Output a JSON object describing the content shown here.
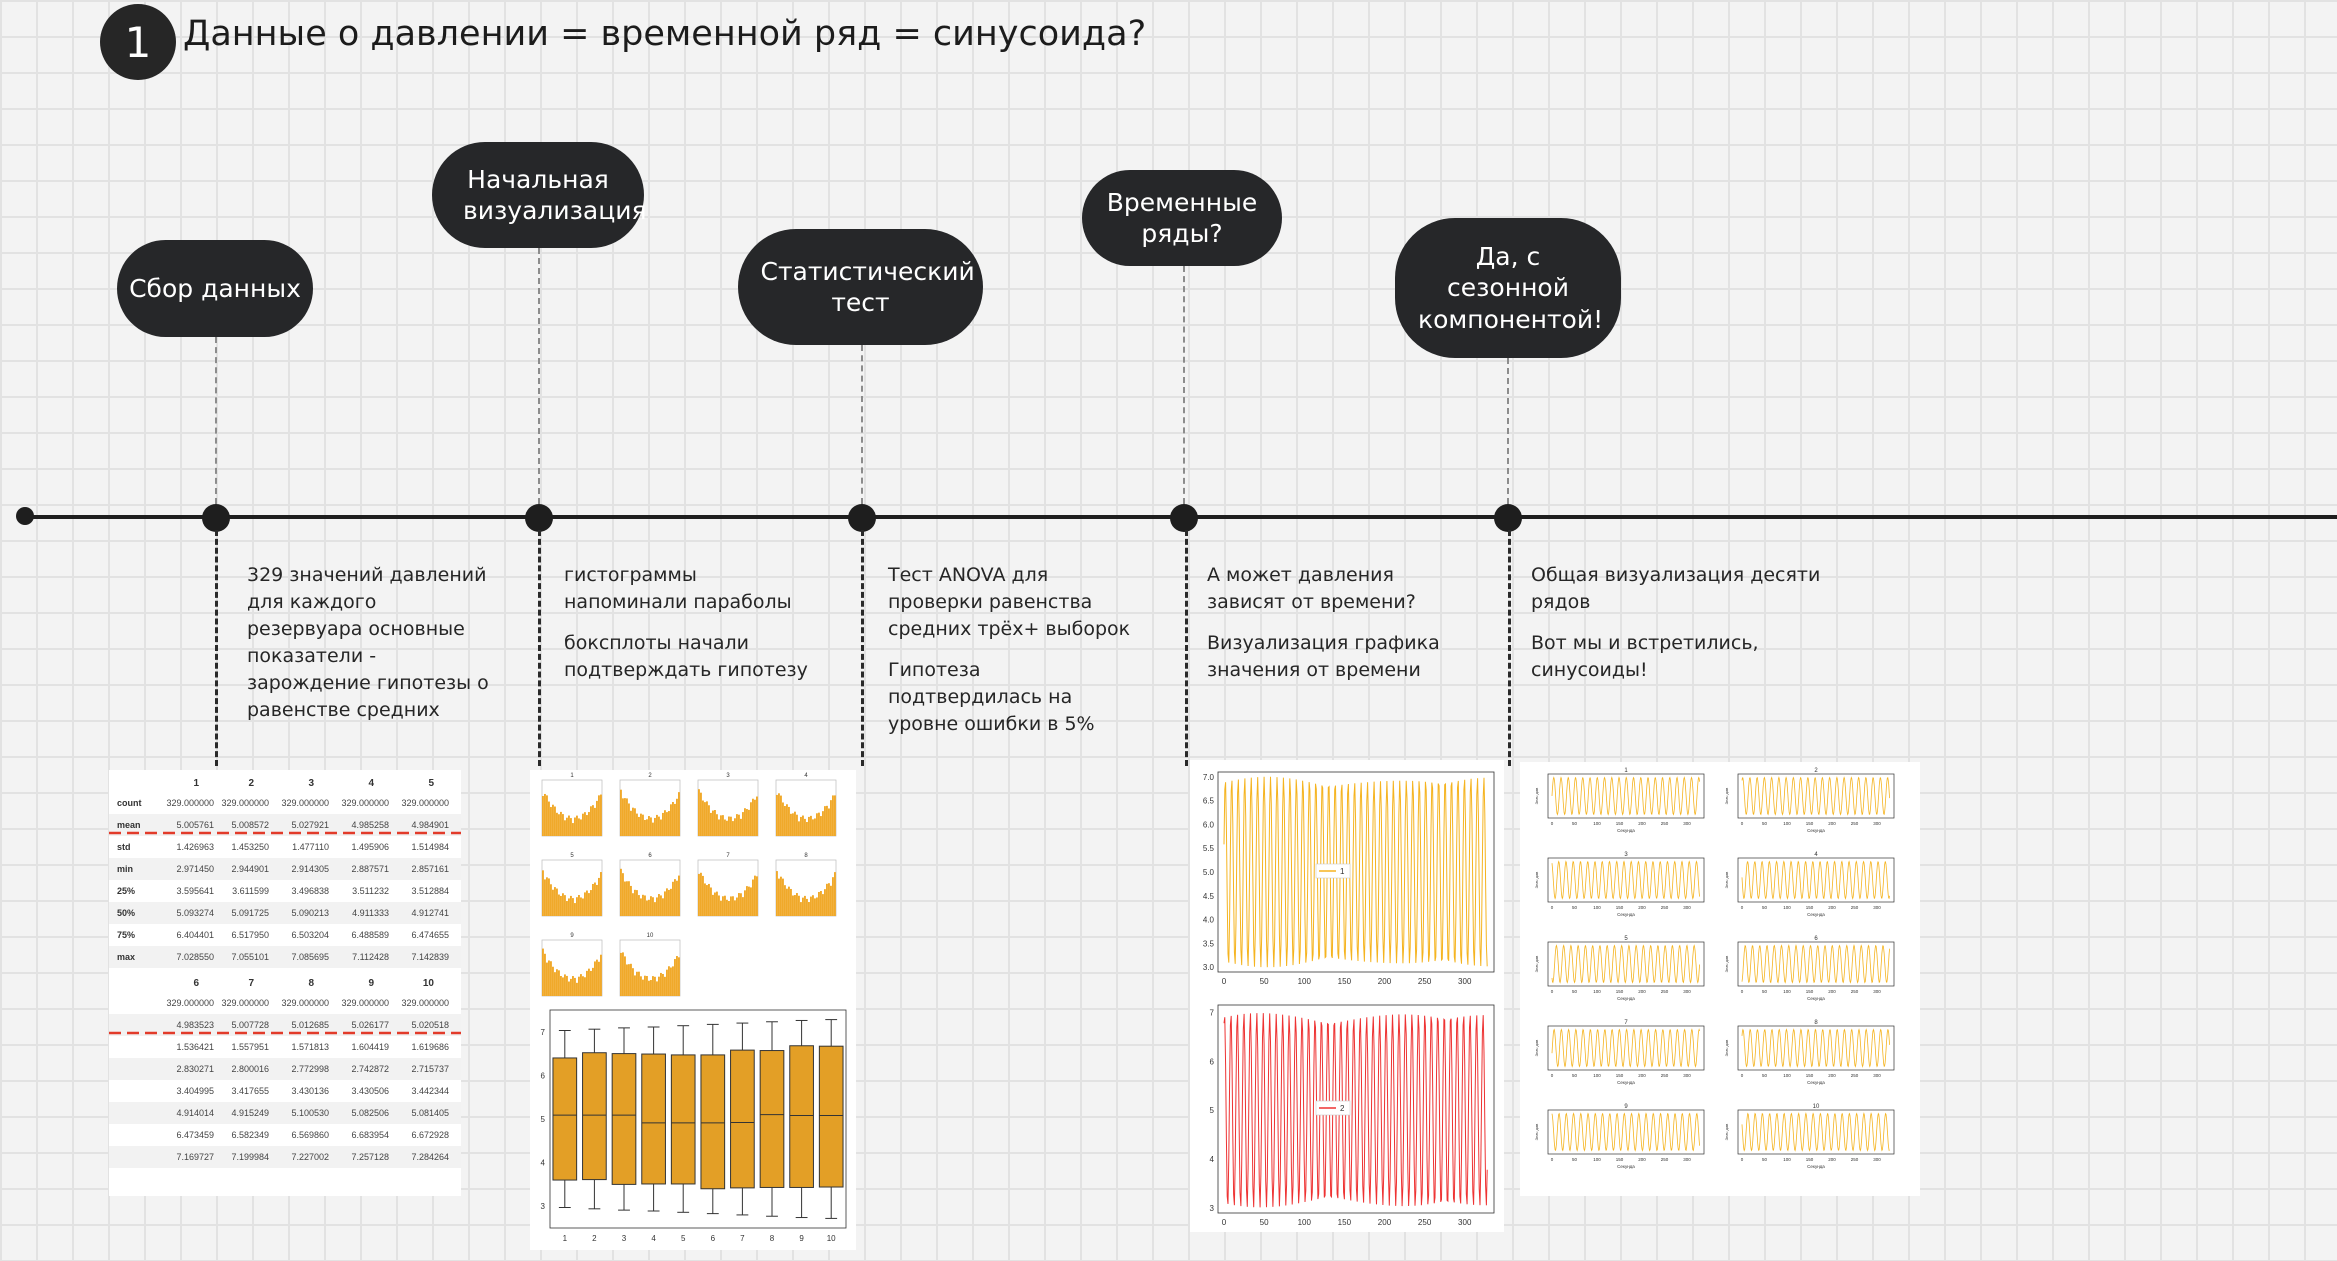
{
  "header": {
    "step_number": "1",
    "title": "Данные о давлении = временной ряд = синусоида?"
  },
  "milestones": [
    {
      "label": "Сбор данных",
      "desc": [
        "329 значений давлений для каждого резервуара основные показатели - зарождение гипотезы о равенстве средних"
      ]
    },
    {
      "label": "Начальная визуализация",
      "desc": [
        "гистограммы напоминали параболы",
        "боксплоты начали подтверждать гипотезу"
      ]
    },
    {
      "label": "Статистический тест",
      "desc": [
        "Тест ANOVA для проверки равенства средних трёх+ выборок",
        "Гипотеза подтвердилась на уровне ошибки в 5%"
      ]
    },
    {
      "label": "Временные ряды?",
      "desc": [
        "А может давления зависят от времени?",
        "Визуализация графика значения от времени"
      ]
    },
    {
      "label": "Да, с сезонной компонентой!",
      "desc": [
        "Общая визуализация десяти рядов",
        "Вот мы и встретились, синусоиды!"
      ]
    }
  ],
  "stats_table": {
    "row_labels": [
      "count",
      "mean",
      "std",
      "min",
      "25%",
      "50%",
      "75%",
      "max"
    ],
    "block1": {
      "columns": [
        "1",
        "2",
        "3",
        "4",
        "5"
      ],
      "rows": [
        [
          "329.000000",
          "329.000000",
          "329.000000",
          "329.000000",
          "329.000000"
        ],
        [
          "5.005761",
          "5.008572",
          "5.027921",
          "4.985258",
          "4.984901"
        ],
        [
          "1.426963",
          "1.453250",
          "1.477110",
          "1.495906",
          "1.514984"
        ],
        [
          "2.971450",
          "2.944901",
          "2.914305",
          "2.887571",
          "2.857161"
        ],
        [
          "3.595641",
          "3.611599",
          "3.496838",
          "3.511232",
          "3.512884"
        ],
        [
          "5.093274",
          "5.091725",
          "5.090213",
          "4.911333",
          "4.912741"
        ],
        [
          "6.404401",
          "6.517950",
          "6.503204",
          "6.488589",
          "6.474655"
        ],
        [
          "7.028550",
          "7.055101",
          "7.085695",
          "7.112428",
          "7.142839"
        ]
      ]
    },
    "block2": {
      "columns": [
        "6",
        "7",
        "8",
        "9",
        "10"
      ],
      "rows": [
        [
          "329.000000",
          "329.000000",
          "329.000000",
          "329.000000",
          "329.000000"
        ],
        [
          "4.983523",
          "5.007728",
          "5.012685",
          "5.026177",
          "5.020518"
        ],
        [
          "1.536421",
          "1.557951",
          "1.571813",
          "1.604419",
          "1.619686"
        ],
        [
          "2.830271",
          "2.800016",
          "2.772998",
          "2.742872",
          "2.715737"
        ],
        [
          "3.404995",
          "3.417655",
          "3.430136",
          "3.430506",
          "3.442344"
        ],
        [
          "4.914014",
          "4.915249",
          "5.100530",
          "5.082506",
          "5.081405"
        ],
        [
          "6.473459",
          "6.582349",
          "6.569860",
          "6.683954",
          "6.672928"
        ],
        [
          "7.169727",
          "7.199984",
          "7.227002",
          "7.257128",
          "7.284264"
        ]
      ]
    }
  },
  "histograms": {
    "titles": [
      "1",
      "2",
      "3",
      "4",
      "5",
      "6",
      "7",
      "8",
      "9",
      "10"
    ],
    "color": "#f0a92a"
  },
  "boxplot": {
    "x_ticks": [
      "1",
      "2",
      "3",
      "4",
      "5",
      "6",
      "7",
      "8",
      "9",
      "10"
    ],
    "y_ticks": [
      "3",
      "4",
      "5",
      "6",
      "7"
    ],
    "color": "#e39f26",
    "data": [
      {
        "min": 2.97,
        "q1": 3.6,
        "med": 5.09,
        "q3": 6.4,
        "max": 7.03
      },
      {
        "min": 2.94,
        "q1": 3.61,
        "med": 5.09,
        "q3": 6.52,
        "max": 7.06
      },
      {
        "min": 2.91,
        "q1": 3.5,
        "med": 5.09,
        "q3": 6.5,
        "max": 7.09
      },
      {
        "min": 2.89,
        "q1": 3.51,
        "med": 4.91,
        "q3": 6.49,
        "max": 7.11
      },
      {
        "min": 2.86,
        "q1": 3.51,
        "med": 4.91,
        "q3": 6.47,
        "max": 7.14
      },
      {
        "min": 2.83,
        "q1": 3.4,
        "med": 4.91,
        "q3": 6.47,
        "max": 7.17
      },
      {
        "min": 2.8,
        "q1": 3.42,
        "med": 4.92,
        "q3": 6.58,
        "max": 7.2
      },
      {
        "min": 2.77,
        "q1": 3.43,
        "med": 5.1,
        "q3": 6.57,
        "max": 7.23
      },
      {
        "min": 2.74,
        "q1": 3.43,
        "med": 5.08,
        "q3": 6.68,
        "max": 7.26
      },
      {
        "min": 2.72,
        "q1": 3.44,
        "med": 5.08,
        "q3": 6.67,
        "max": 7.28
      }
    ]
  },
  "timeseries": {
    "x_ticks": [
      "0",
      "50",
      "100",
      "150",
      "200",
      "250",
      "300"
    ],
    "top": {
      "legend": "1",
      "color": "#f5b420",
      "y_ticks": [
        "3.0",
        "3.5",
        "4.0",
        "4.5",
        "5.0",
        "5.5",
        "6.0",
        "6.5",
        "7.0"
      ]
    },
    "bottom": {
      "legend": "2",
      "color": "#ee3333",
      "y_ticks": [
        "3",
        "4",
        "5",
        "6",
        "7"
      ]
    }
  },
  "series_grid": {
    "titles": [
      "1",
      "2",
      "3",
      "4",
      "5",
      "6",
      "7",
      "8",
      "9",
      "10"
    ],
    "xlabel": "Секунда",
    "ylabel": "Знач дав",
    "x_ticks": [
      "0",
      "50",
      "100",
      "150",
      "200",
      "250",
      "300"
    ],
    "color": "#f5b420"
  }
}
